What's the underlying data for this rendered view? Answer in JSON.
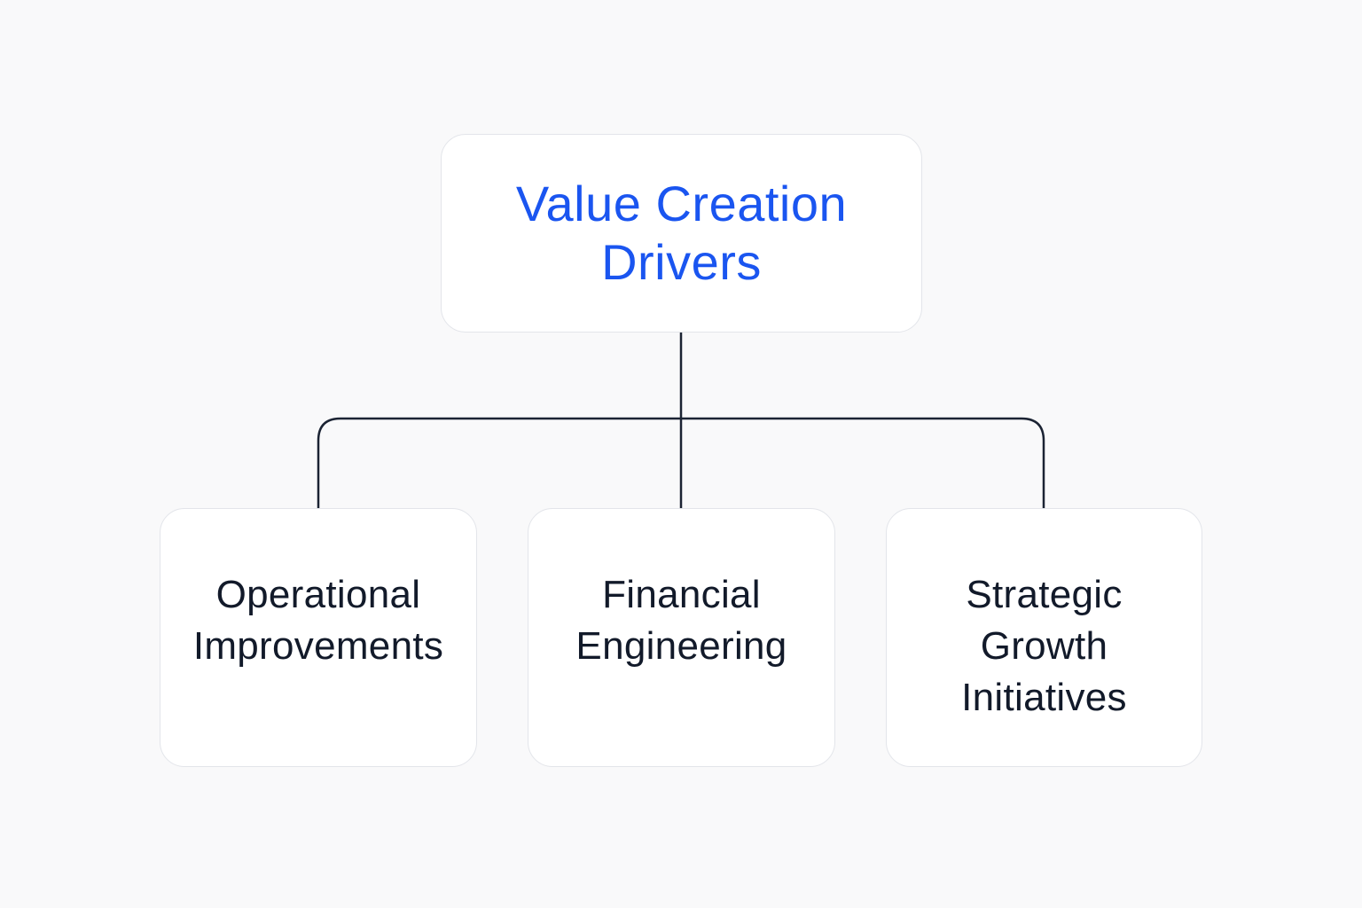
{
  "root": {
    "lines": [
      "Value Creation",
      "Drivers"
    ]
  },
  "children": [
    {
      "lines": [
        "Operational",
        "Improvements"
      ]
    },
    {
      "lines": [
        "Financial",
        "Engineering"
      ]
    },
    {
      "lines": [
        "Strategic",
        "Growth",
        "Initiatives"
      ]
    }
  ],
  "colors": {
    "background": "#f9f9fa",
    "root_text": "#1a55f0",
    "child_text": "#121a2a",
    "connector": "#1b2333",
    "box_border": "#e3e5ea",
    "box_fill": "#ffffff"
  }
}
